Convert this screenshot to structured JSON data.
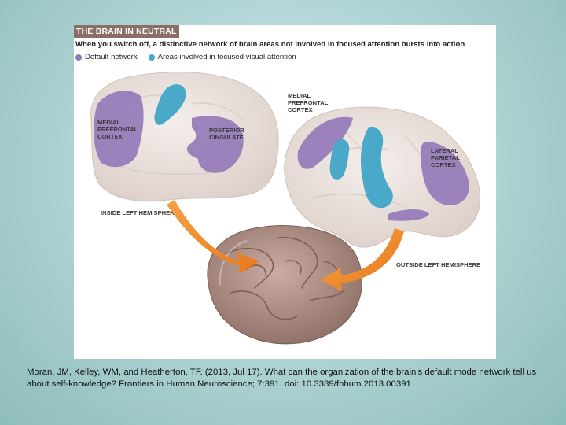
{
  "figure": {
    "banner": "THE BRAIN IN NEUTRAL",
    "subtitle": "When you switch off, a distinctive network of brain areas not involved in focused attention bursts into action",
    "legend": [
      {
        "label": "Default network",
        "color": "#9478b8"
      },
      {
        "label": "Areas involved in focused visual attention",
        "color": "#4aa8c8"
      }
    ],
    "labels": {
      "medial_prefrontal_left": [
        "MEDIAL",
        "PREFRONTAL",
        "CORTEX"
      ],
      "posterior_cingulate": [
        "POSTERIOR",
        "CINGULATE"
      ],
      "medial_prefrontal_right": [
        "MEDIAL",
        "PREFRONTAL",
        "CORTEX"
      ],
      "lateral_parietal": [
        "LATERAL",
        "PARIETAL",
        "CORTEX"
      ],
      "inside_left_hemisphere": "INSIDE LEFT HEMISPHERE",
      "outside_left_hemisphere": "OUTSIDE LEFT HEMISPHERE"
    },
    "colors": {
      "default_network": "#9478b8",
      "visual_attention": "#4aa8c8",
      "arrow": "#f08a24",
      "brain_pale": "#ede5e0",
      "brain_real": "#b8988e"
    }
  },
  "citation": "Moran, JM, Kelley, WM, and Heatherton, TF. (2013, Jul 17). What can the organization of the brain's default mode network tell us about self-knowledge? Frontiers in Human Neuroscience; 7:391. doi: 10.3389/fnhum.2013.00391"
}
